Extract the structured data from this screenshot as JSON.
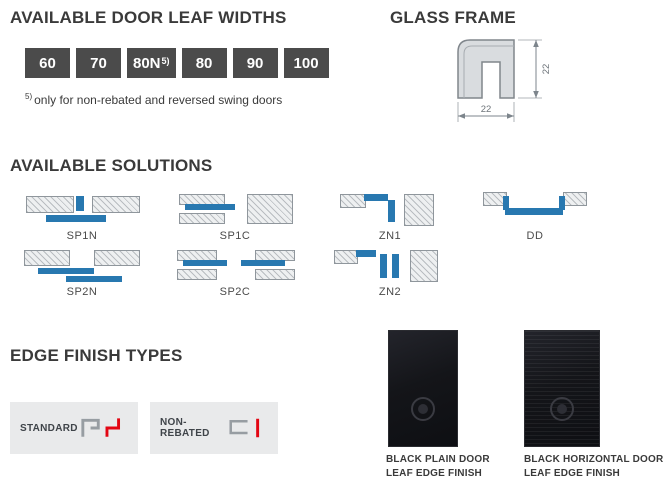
{
  "colors": {
    "accent_blue": "#2878b0",
    "accent_red": "#e30613",
    "width_box_bg": "#4b4b4b",
    "dark_finish_bg": "#17181d"
  },
  "widths_section": {
    "title": "AVAILABLE DOOR LEAF WIDTHS",
    "boxes": [
      "60",
      "70",
      "80N",
      "80",
      "90",
      "100"
    ],
    "sup_marker": "5)",
    "footnote_marker": "5)",
    "footnote_text": "only for non-rebated and reversed swing doors"
  },
  "glass_frame": {
    "title": "GLASS FRAME",
    "dim_bottom": "22",
    "dim_right": "22"
  },
  "solutions": {
    "title": "AVAILABLE SOLUTIONS",
    "row1": [
      "SP1N",
      "SP1C",
      "ZN1",
      "DD"
    ],
    "row2": [
      "SP2N",
      "SP2C",
      "ZN2"
    ]
  },
  "edge_finish": {
    "title": "EDGE FINISH TYPES",
    "standard_label": "STANDARD",
    "non_rebated_label": "NON-REBATED"
  },
  "finishes": [
    {
      "lines": [
        "BLACK PLAIN DOOR",
        "LEAF EDGE FINISH"
      ]
    },
    {
      "lines": [
        "BLACK HORIZONTAL DOOR",
        "LEAF EDGE FINISH"
      ]
    }
  ]
}
